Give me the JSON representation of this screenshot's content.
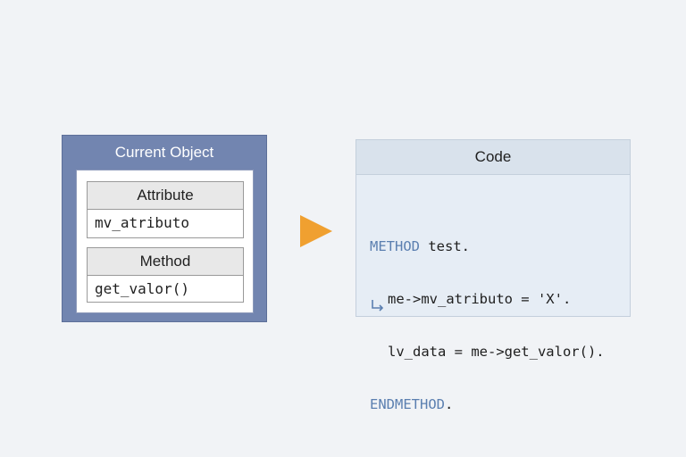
{
  "object_panel": {
    "title": "Current Object",
    "attribute_header": "Attribute",
    "attribute_value": "mv_atributo",
    "method_header": "Method",
    "method_value": "get_valor()"
  },
  "code_panel": {
    "title": "Code",
    "lines": [
      {
        "keyword": "METHOD",
        "text": " test."
      },
      {
        "keyword": "",
        "text": "me->mv_atributo = 'X'."
      },
      {
        "keyword": "",
        "text": "lv_data = me->get_valor()."
      },
      {
        "keyword": "ENDMETHOD",
        "text": "."
      }
    ]
  },
  "colors": {
    "object_panel_bg": "#7285b0",
    "arrow": "#f0a030",
    "keyword": "#5b7fb0",
    "code_bg": "#e6edf5"
  },
  "icons": {
    "arrow": "triangle-right-icon",
    "line_marker": "return-arrow-icon"
  }
}
